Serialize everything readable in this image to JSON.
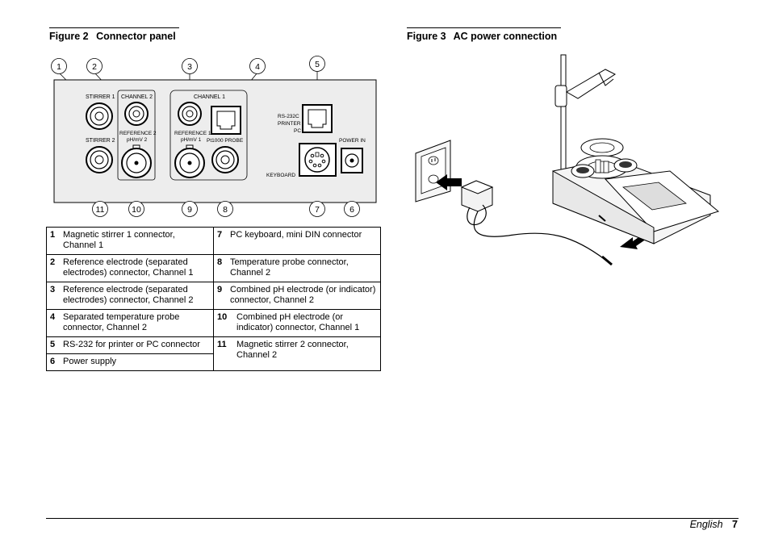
{
  "figure2": {
    "number": "Figure 2",
    "title": "Connector panel"
  },
  "figure3": {
    "number": "Figure 3",
    "title": "AC power connection"
  },
  "panel": {
    "callouts": [
      "1",
      "2",
      "3",
      "4",
      "5",
      "11",
      "10",
      "9",
      "8",
      "7",
      "6"
    ],
    "labels": {
      "stirrer1": "STIRRER 1",
      "channel2": "CHANNEL 2",
      "reference2": "REFERENCE 2",
      "phmv2": "pH/mV 2",
      "stirrer2": "STIRRER 2",
      "channel1": "CHANNEL 1",
      "reference1": "REFERENCE 1",
      "phmv1": "pH/mV 1",
      "pt1000": "Pt1000 PROBE",
      "rs232": "RS-232C",
      "printer": "PRINTER",
      "pc": "PC",
      "keyboard": "KEYBOARD",
      "power_in": "POWER IN"
    }
  },
  "legend": {
    "rows": [
      {
        "left": {
          "num": "1",
          "text": "Magnetic stirrer 1 connector, Channel 1"
        },
        "right": {
          "num": "7",
          "text": "PC keyboard, mini DIN connector"
        }
      },
      {
        "left": {
          "num": "2",
          "text": "Reference electrode (separated electrodes) connector, Channel 1"
        },
        "right": {
          "num": "8",
          "text": "Temperature probe connector, Channel 2"
        }
      },
      {
        "left": {
          "num": "3",
          "text": "Reference electrode (separated electrodes) connector, Channel 2"
        },
        "right": {
          "num": "9",
          "text": "Combined pH electrode (or indicator) connector, Channel 2"
        }
      },
      {
        "left": {
          "num": "4",
          "text": "Separated temperature probe connector, Channel 2"
        },
        "right": {
          "num": "10",
          "text": "Combined pH electrode (or indicator) connector, Channel 1"
        }
      },
      {
        "left": {
          "num": "5",
          "text": "RS-232 for printer or PC connector"
        },
        "right": {
          "num": "11",
          "text": "Magnetic stirrer 2 connector, Channel 2"
        }
      },
      {
        "left": {
          "num": "6",
          "text": "Power supply"
        }
      }
    ]
  },
  "footer": {
    "language": "English",
    "page": "7"
  }
}
